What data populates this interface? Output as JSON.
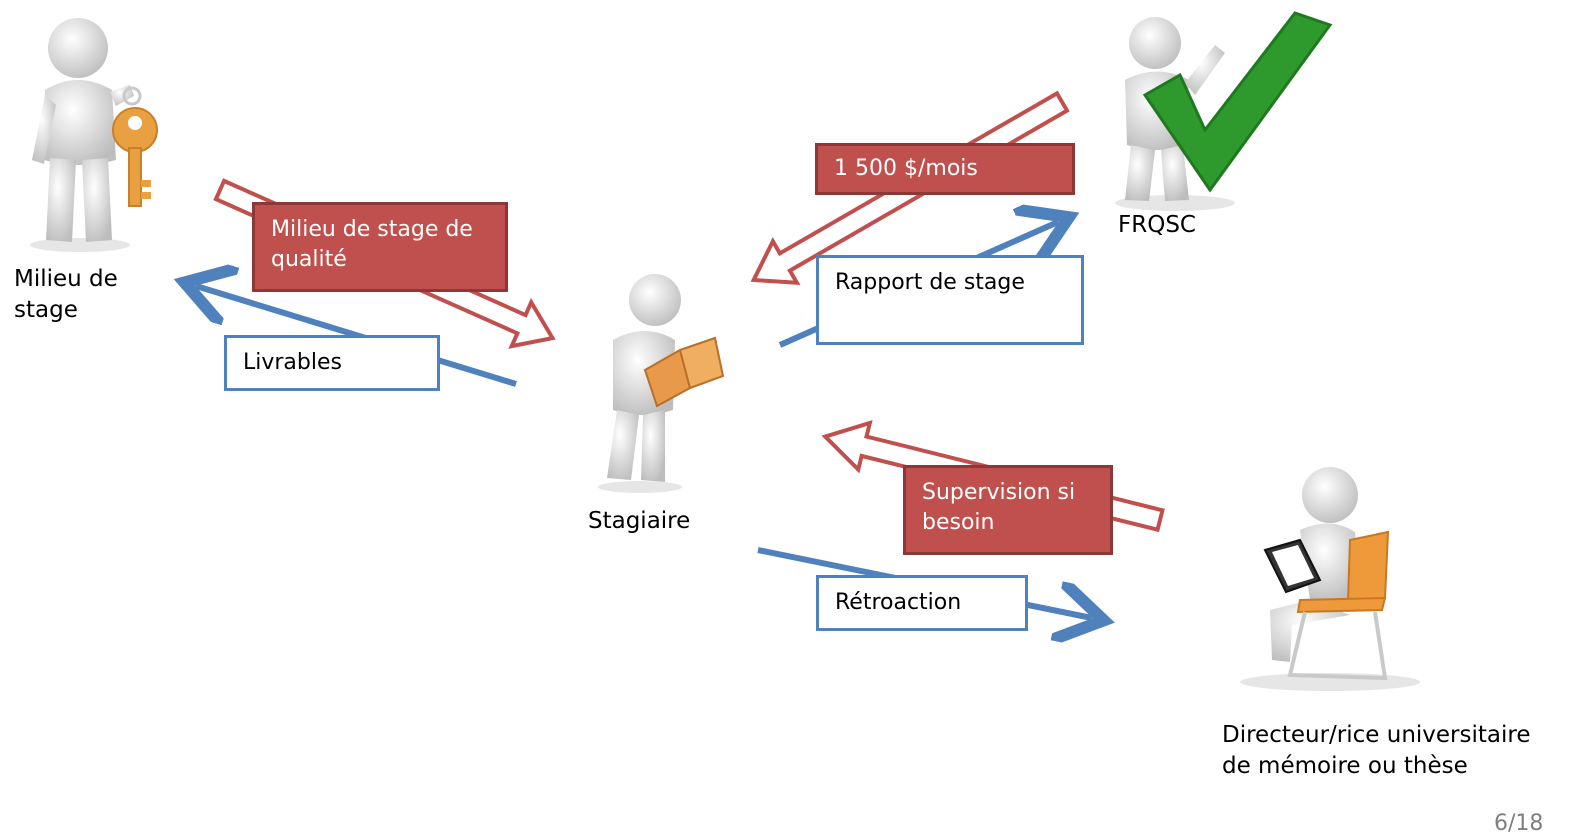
{
  "actors": {
    "milieu": "Milieu de stage",
    "stagiaire": "Stagiaire",
    "frqsc": "FRQSC",
    "directeur": "Directeur/rice universitaire de mémoire ou thèse"
  },
  "flows": {
    "milieu_to_stagiaire": "Milieu de stage de qualité",
    "stagiaire_to_milieu": "Livrables",
    "frqsc_to_stagiaire": "1 500 $/mois",
    "stagiaire_to_frqsc": "Rapport de stage",
    "directeur_to_stagiaire": "Supervision si besoin",
    "stagiaire_to_directeur": "Rétroaction"
  },
  "page_number": "6/18",
  "colors": {
    "resource_flow": "#c0504d",
    "deliverable_flow": "#4f81bd",
    "check": "#2e9a2e",
    "key": "#e8a040",
    "book": "#e89a4a",
    "chair": "#ee9a3a"
  },
  "icons": [
    "key-icon",
    "book-icon",
    "checkmark-icon",
    "tablet-icon",
    "chair-icon"
  ]
}
